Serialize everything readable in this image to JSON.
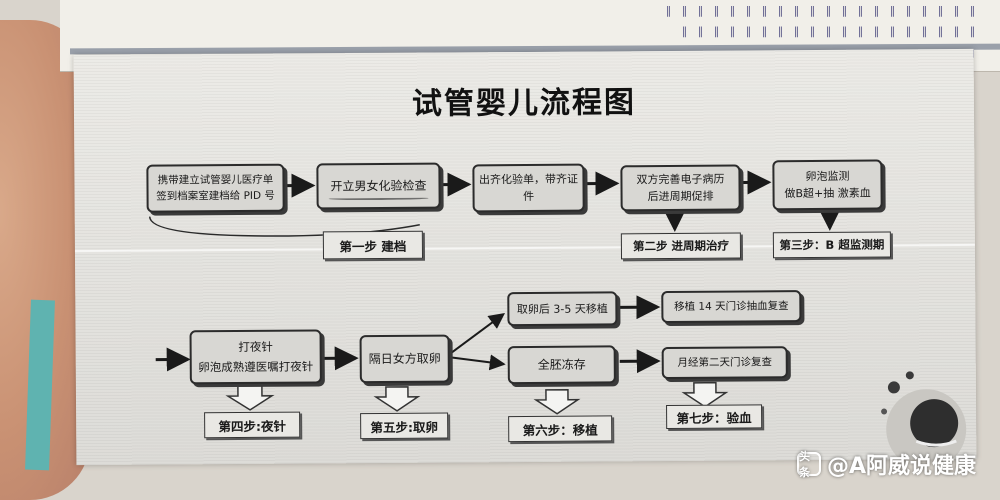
{
  "title": "试管婴儿流程图",
  "row1": {
    "box1": [
      "携带建立试管婴儿医疗单",
      "签到档案室建档给 PID 号"
    ],
    "box2": "开立男女化验检查",
    "box3": [
      "出齐化验单，带齐证",
      "件"
    ],
    "box4": [
      "双方完善电子病历",
      "后进周期促排"
    ],
    "box5": [
      "卵泡监测",
      "做B超+抽 激素血"
    ],
    "step1": "第一步 建档",
    "step2": "第二步 进周期治疗",
    "step3": "第三步：B 超监测期"
  },
  "row2": {
    "box6": [
      "打夜针",
      "卵泡成熟遵医嘱打夜针"
    ],
    "box7": "隔日女方取卵",
    "box8": "取卵后 3-5 天移植",
    "box9": "全胚冻存",
    "box10": "移植 14 天门诊抽血复查",
    "box11": "月经第二天门诊复查",
    "step4": "第四步:夜针",
    "step5": "第五步:取卵",
    "step6": "第六步：移植",
    "step7": "第七步：验血"
  },
  "watermark": {
    "icon": "头条",
    "text": "@A阿威说健康"
  }
}
